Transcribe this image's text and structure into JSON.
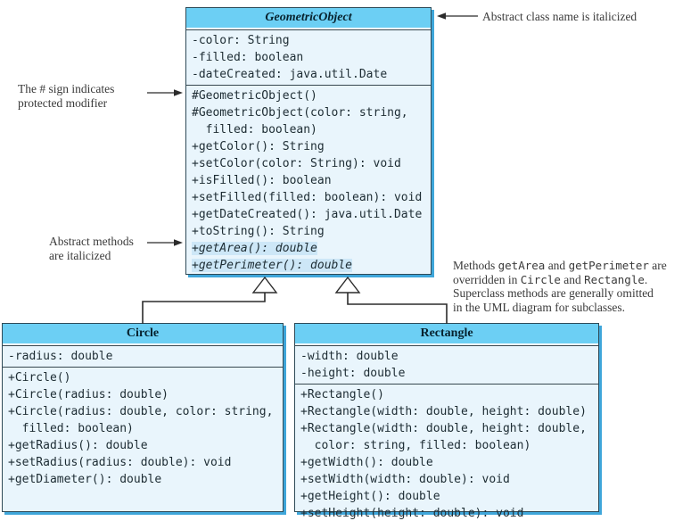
{
  "colors": {
    "header_bg": "#6CCFF4",
    "body_bg": "#E9F5FC",
    "abstract_highlight_bg": "#CDE7F7",
    "box_shadow_blue": "#3FA6DA",
    "line_dark": "#2b2b2b",
    "code_text": "#1d2c33",
    "annotation_text": "#3a3a3a"
  },
  "geometric_object": {
    "title": "GeometricObject",
    "fields": [
      "-color: String",
      "-filled: boolean",
      "-dateCreated: java.util.Date"
    ],
    "methods": [
      {
        "t": "#GeometricObject()"
      },
      {
        "t": "#GeometricObject(color: string,"
      },
      {
        "t": "  filled: boolean)"
      },
      {
        "t": "+getColor(): String"
      },
      {
        "t": "+setColor(color: String): void"
      },
      {
        "t": "+isFilled(): boolean"
      },
      {
        "t": "+setFilled(filled: boolean): void"
      },
      {
        "t": "+getDateCreated(): java.util.Date"
      },
      {
        "t": "+toString(): String"
      },
      {
        "t": "+getArea(): double",
        "cls": "abstract"
      },
      {
        "t": "+getPerimeter(): double",
        "cls": "abstract"
      }
    ]
  },
  "circle": {
    "title": "Circle",
    "fields": [
      "-radius: double"
    ],
    "methods": [
      {
        "t": "+Circle()"
      },
      {
        "t": "+Circle(radius: double)"
      },
      {
        "t": "+Circle(radius: double, color: string,"
      },
      {
        "t": "  filled: boolean)"
      },
      {
        "t": "+getRadius(): double"
      },
      {
        "t": "+setRadius(radius: double): void"
      },
      {
        "t": "+getDiameter(): double"
      }
    ]
  },
  "rectangle": {
    "title": "Rectangle",
    "fields": [
      "-width: double",
      "-height: double"
    ],
    "methods": [
      {
        "t": "+Rectangle()"
      },
      {
        "t": "+Rectangle(width: double, height: double)"
      },
      {
        "t": "+Rectangle(width: double, height: double,"
      },
      {
        "t": "  color: string, filled: boolean)"
      },
      {
        "t": "+getWidth(): double"
      },
      {
        "t": "+setWidth(width: double): void"
      },
      {
        "t": "+getHeight(): double"
      },
      {
        "t": "+setHeight(height: double): void"
      }
    ]
  },
  "annotations": {
    "abstract_class_name": {
      "lines": [
        "Abstract class name is italicized"
      ]
    },
    "protected_modifier": {
      "lines": [
        "The # sign indicates",
        "protected modifier"
      ]
    },
    "abstract_methods": {
      "lines": [
        "Abstract methods",
        "are italicized"
      ]
    }
  },
  "note": {
    "lines": [
      [
        {
          "t": "Methods "
        },
        {
          "t": "getArea",
          "cls": "mono"
        },
        {
          "t": " and "
        },
        {
          "t": "getPerimeter",
          "cls": "mono"
        },
        {
          "t": " are"
        }
      ],
      [
        {
          "t": "overridden in "
        },
        {
          "t": "Circle",
          "cls": "mono"
        },
        {
          "t": " and "
        },
        {
          "t": "Rectangle",
          "cls": "mono"
        },
        {
          "t": "."
        }
      ],
      [
        {
          "t": "Superclass methods are generally omitted"
        }
      ],
      [
        {
          "t": "in the UML diagram for subclasses."
        }
      ]
    ]
  }
}
